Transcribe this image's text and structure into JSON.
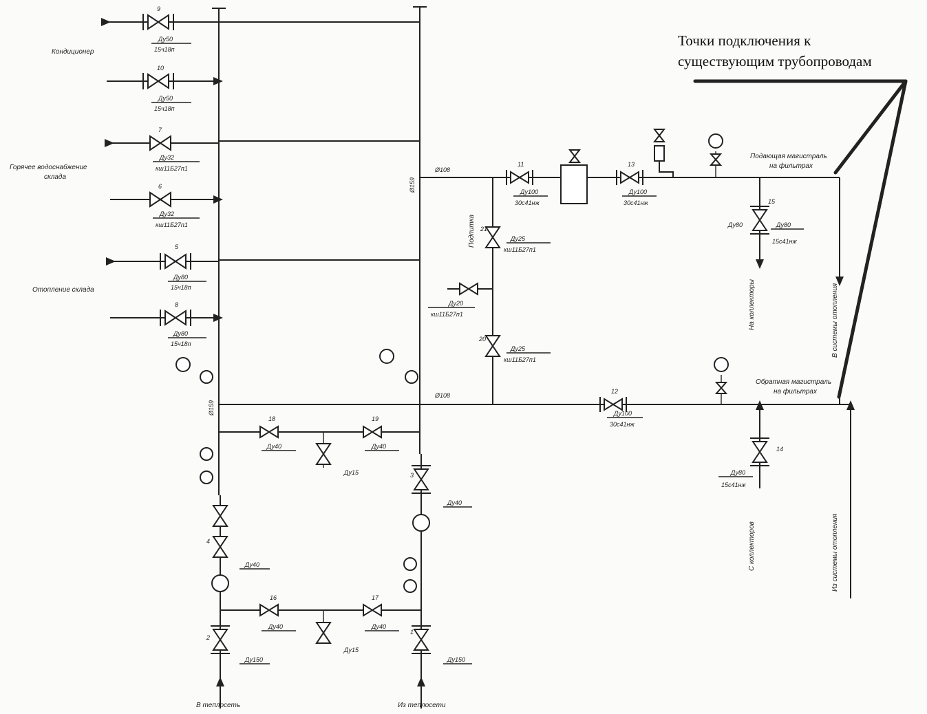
{
  "callout": {
    "line1": "Точки подключения к",
    "line2": "существующим трубопроводам"
  },
  "consumers": {
    "kondicioner": "Кондиционер",
    "gvs": "Горячее водоснабжение",
    "gvs2": "склада",
    "otoplenie": "Отопление склада",
    "to_network": "В теплосеть",
    "from_network": "Из теплосети",
    "supply_filter": "Подающая магистраль",
    "supply_filter2": "на фильтрах",
    "return_filter": "Обратная магистраль",
    "return_filter2": "на фильтрах",
    "to_collector": "На коллекторы",
    "from_collector": "С коллекторов",
    "to_heating": "В системы отопления",
    "from_heating": "Из системы отопления",
    "podpitka": "Подпитка"
  },
  "pipes": {
    "d159": "Ø159",
    "d108_top": "Ø108",
    "d108_bottom": "Ø108",
    "d159_left": "Ø159"
  },
  "valves": [
    {
      "num": "9",
      "du": "Ду50",
      "type": "15ч18п"
    },
    {
      "num": "10",
      "du": "Ду50",
      "type": "15ч18п"
    },
    {
      "num": "7",
      "du": "Ду32",
      "type": "кш11Б27п1"
    },
    {
      "num": "6",
      "du": "Ду32",
      "type": "кш11Б27п1"
    },
    {
      "num": "5",
      "du": "Ду80",
      "type": "15ч18п"
    },
    {
      "num": "8",
      "du": "Ду80",
      "type": "15ч18п"
    },
    {
      "num": "11",
      "du": "Ду100",
      "type": "30с41нж"
    },
    {
      "num": "13",
      "du": "Ду100",
      "type": "30с41нж"
    },
    {
      "num": "21",
      "du": "Ду25",
      "type": "кш11Б27п1"
    },
    {
      "num": "20",
      "du": "Ду25",
      "type": "кш11Б27п1"
    },
    {
      "num": "",
      "du": "Ду20",
      "type": "кш11Б27п1"
    },
    {
      "num": "15",
      "du": "Ду80",
      "type": "15с41нж"
    },
    {
      "num": "12",
      "du": "Ду100",
      "type": "30с41нж"
    },
    {
      "num": "14",
      "du": "Ду80",
      "type": "15с41нж"
    },
    {
      "num": "18",
      "du": "Ду40",
      "type": ""
    },
    {
      "num": "19",
      "du": "Ду40",
      "type": ""
    },
    {
      "num": "",
      "du": "Ду15",
      "type": ""
    },
    {
      "num": "3",
      "du": "Ду40",
      "type": ""
    },
    {
      "num": "4",
      "du": "Ду40",
      "type": ""
    },
    {
      "num": "16",
      "du": "Ду40",
      "type": ""
    },
    {
      "num": "17",
      "du": "Ду40",
      "type": ""
    },
    {
      "num": "",
      "du": "Ду15",
      "type": ""
    },
    {
      "num": "2",
      "du": "Ду150",
      "type": ""
    },
    {
      "num": "1",
      "du": "Ду150",
      "type": ""
    }
  ]
}
